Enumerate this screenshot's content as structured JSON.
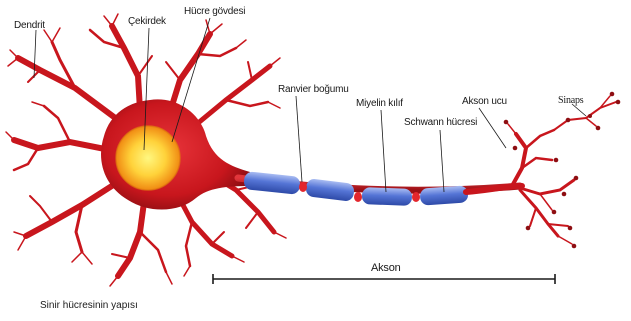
{
  "labels": {
    "dendrite": "Dendrit",
    "nucleus": "Çekirdek",
    "cell_body": "Hücre gövdesi",
    "node_of_ranvier": "Ranvier boğumu",
    "myelin_sheath": "Miyelin kılıf",
    "schwann_cell": "Schwann hücresi",
    "axon_terminal": "Akson ucu",
    "synapse": "Sinaps",
    "axon": "Akson"
  },
  "caption": "Sinir hücresinin yapısı",
  "colors": {
    "neuron_red": "#c8161d",
    "neuron_dark": "#8e0e12",
    "nucleus_outer": "#f3a21a",
    "nucleus_inner": "#fff36a",
    "myelin_blue": "#4a6fd0",
    "myelin_light": "#8fa9ec"
  }
}
